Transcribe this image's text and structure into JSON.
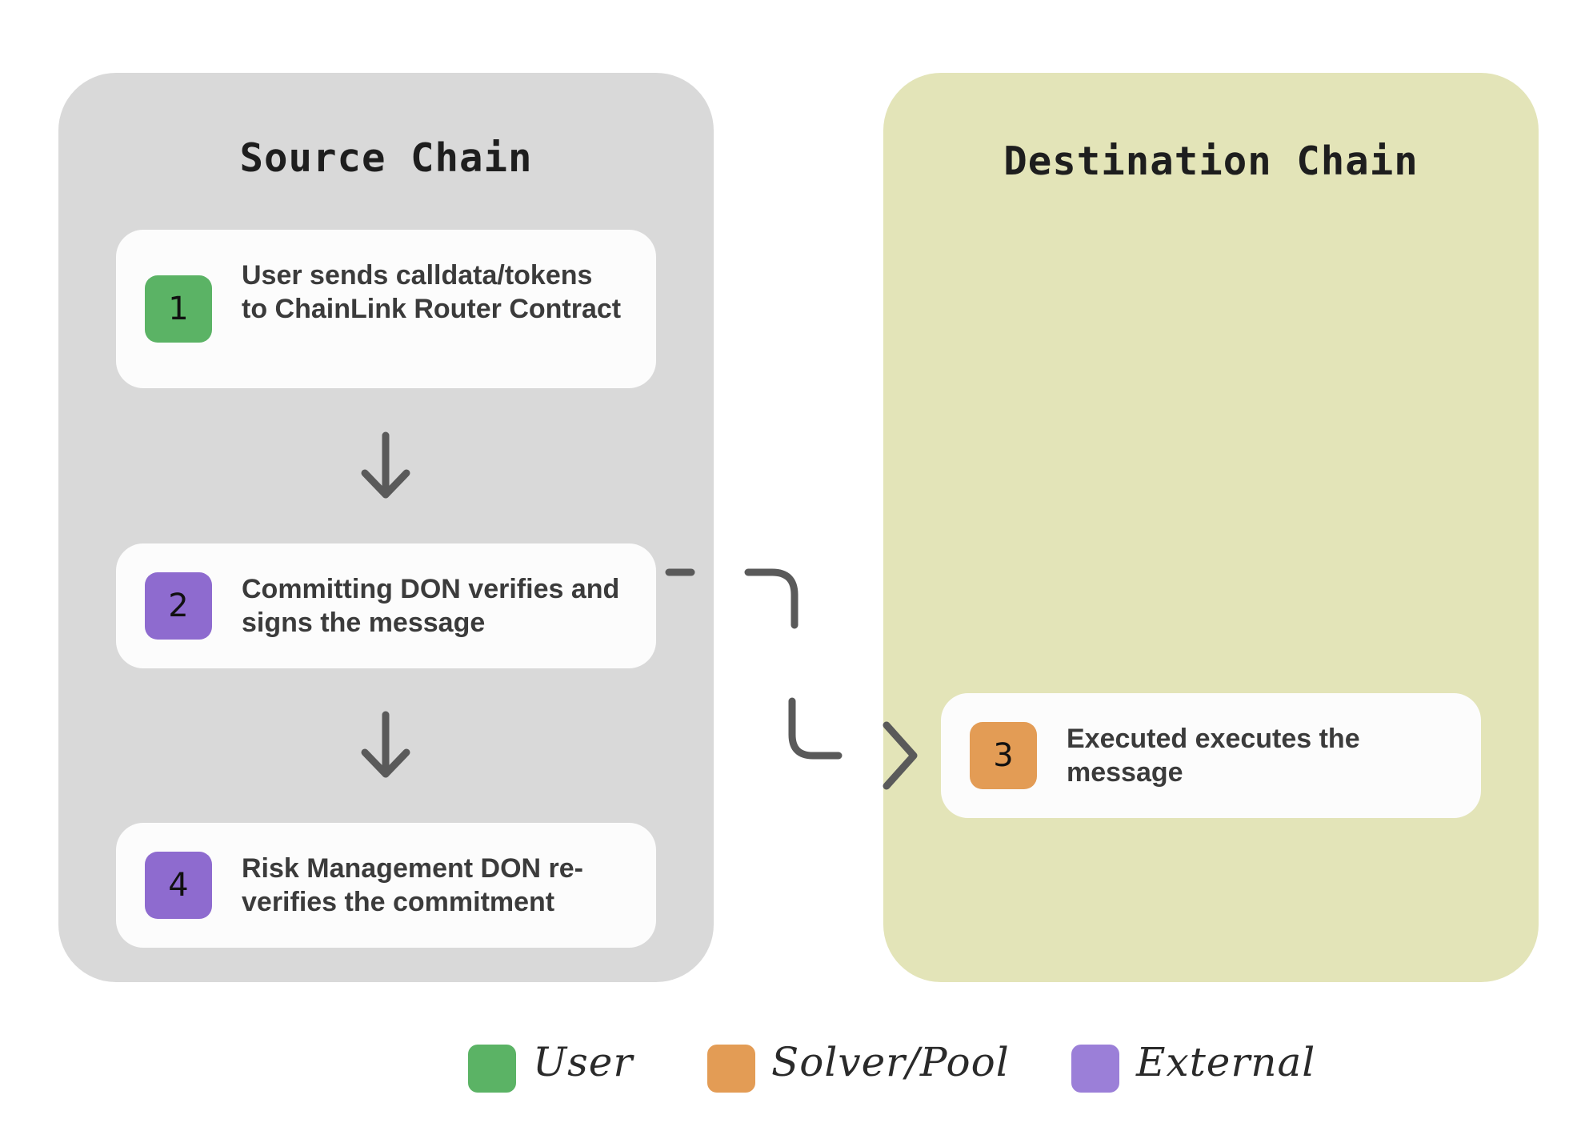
{
  "colors": {
    "user": "#5bb365",
    "solver_pool": "#e39c55",
    "external": "#9b7fd8",
    "source_panel": "#d9d9d9",
    "destination_panel": "#e3e4b8",
    "arrow": "#5a5a5a"
  },
  "source_chain": {
    "title": "Source Chain",
    "steps": [
      {
        "number": "1",
        "text": "User sends calldata/tokens to ChainLink Router Contract",
        "role": "user"
      },
      {
        "number": "2",
        "text": "Committing DON verifies and signs the message",
        "role": "external"
      },
      {
        "number": "4",
        "text": "Risk Management DON re-verifies the commitment",
        "role": "external"
      }
    ]
  },
  "destination_chain": {
    "title": "Destination Chain",
    "steps": [
      {
        "number": "3",
        "text": "Executed executes the message",
        "role": "solver_pool"
      }
    ]
  },
  "legend": [
    {
      "label": "User",
      "role": "user"
    },
    {
      "label": "Solver/Pool",
      "role": "solver_pool"
    },
    {
      "label": "External",
      "role": "external"
    }
  ]
}
